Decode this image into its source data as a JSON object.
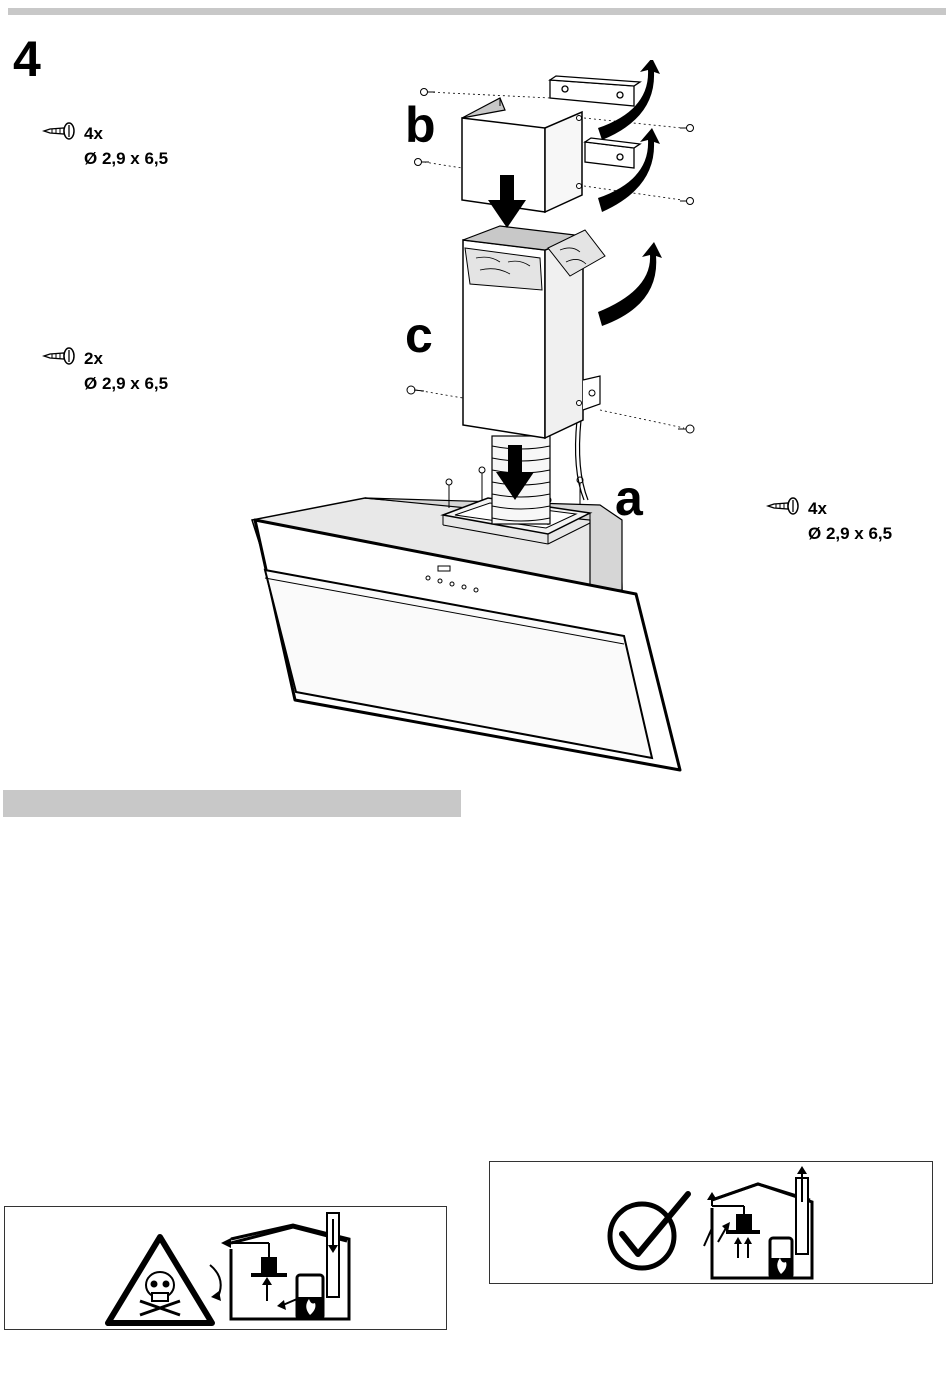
{
  "step": {
    "number": "4"
  },
  "screws": [
    {
      "qty": "4x",
      "size": "Ø 2,9 x 6,5"
    },
    {
      "qty": "2x",
      "size": "Ø 2,9 x 6,5"
    },
    {
      "qty": "4x",
      "size": "Ø 2,9 x 6,5"
    }
  ],
  "parts": {
    "a": "a",
    "b": "b",
    "c": "c"
  },
  "icons": {
    "screw": "screw-icon",
    "warning": "skull-warning-icon",
    "check": "checkmark-icon",
    "house_bad": "house-venting-wrong-icon",
    "house_good": "house-venting-correct-icon"
  },
  "colors": {
    "bar": "#c8c8c8",
    "stroke": "#000000"
  }
}
